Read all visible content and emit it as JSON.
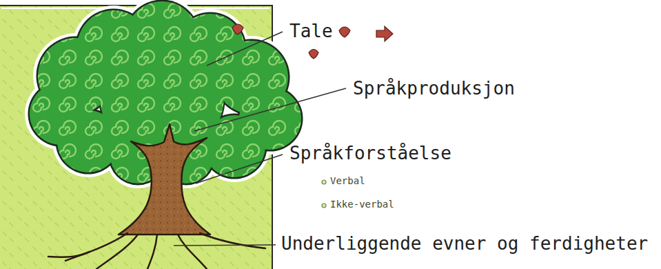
{
  "diagram": {
    "labels": [
      "Tale",
      "Språkproduksjon",
      "Språkforståelse",
      "Verbal",
      "Ikke-verbal",
      "Underliggende evner og ferdigheter"
    ]
  }
}
